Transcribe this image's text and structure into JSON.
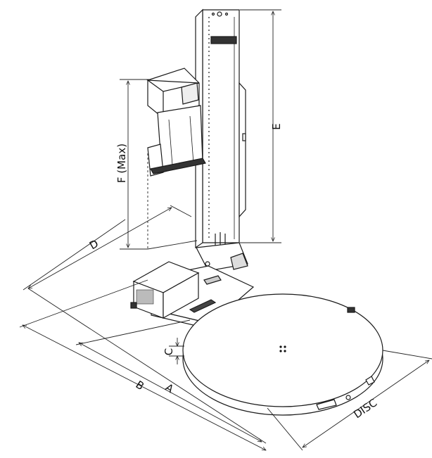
{
  "labels": {
    "e": "E",
    "f": "F (Max)",
    "d": "D",
    "b": "B",
    "a": "A",
    "c": "C",
    "disc": "DISC"
  },
  "colors": {
    "line": "#1a1a1a",
    "dimension": "#222222",
    "background": "#ffffff"
  }
}
